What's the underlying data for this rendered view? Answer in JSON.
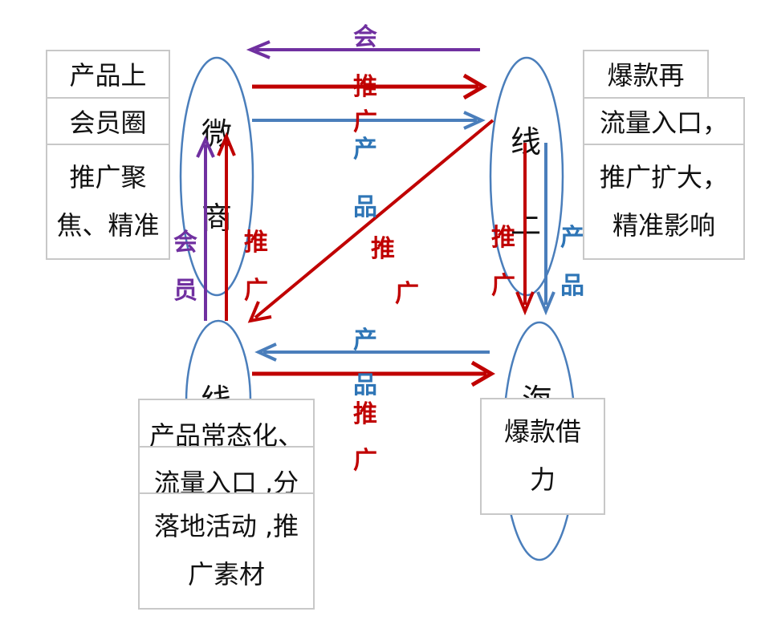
{
  "nodes": {
    "weishang": [
      "微",
      "商"
    ],
    "xianshang": [
      "线",
      "上"
    ],
    "xianxia": [
      "线"
    ],
    "hai": [
      "海"
    ]
  },
  "edge_labels": {
    "top_purple": "会",
    "top_red": [
      "推",
      "广"
    ],
    "top_blue": [
      "产",
      "品"
    ],
    "left_purple": [
      "会",
      "员"
    ],
    "left_red": [
      "推",
      "广"
    ],
    "diagonal_red": [
      "推",
      "广"
    ],
    "right_red": [
      "推",
      "广"
    ],
    "right_blue": [
      "产",
      "品"
    ],
    "bottom_blue": [
      "产",
      "品"
    ],
    "bottom_red": [
      "推",
      "广"
    ]
  },
  "notes": {
    "left": [
      "产品上",
      "会员圈",
      "推广聚焦、精准"
    ],
    "right": [
      "爆款再",
      "流量入口，",
      "推广扩大，精准影响"
    ],
    "bottom": [
      "产品常态化、",
      "流量入口 ,分",
      "落地活动 ,推广素材"
    ],
    "bottom_right": "爆款借力"
  },
  "colors": {
    "purple": "#7030a0",
    "red": "#c00000",
    "blue": "#4a7ebb"
  }
}
